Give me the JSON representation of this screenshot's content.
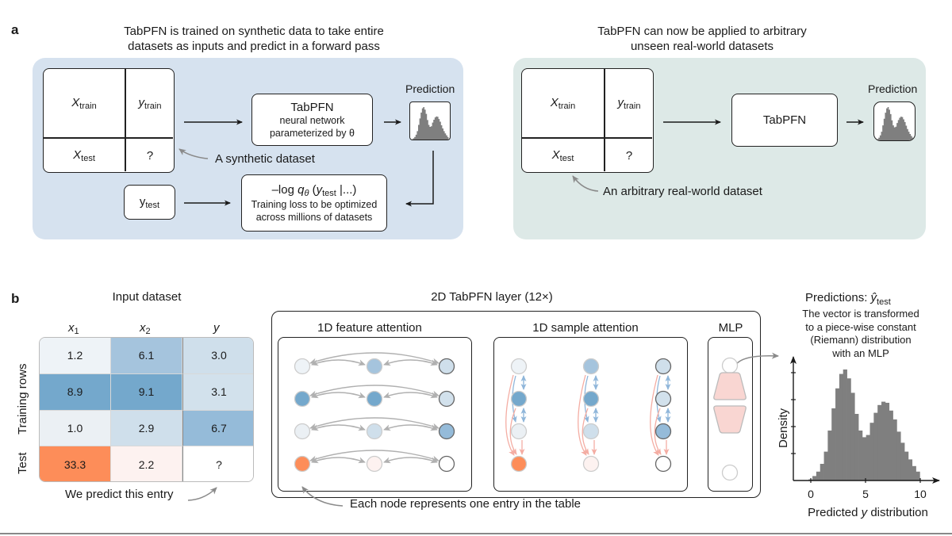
{
  "panel_a": {
    "letter": "a",
    "left": {
      "caption_line1": "TabPFN is trained on synthetic data to take entire",
      "caption_line2": "datasets as inputs and predict in a forward pass",
      "bg_color": "#d6e2ef",
      "dataset": {
        "x_train": "X",
        "x_train_sub": "train",
        "y_train": "y",
        "y_train_sub": "train",
        "x_test": "X",
        "x_test_sub": "test",
        "unknown": "?"
      },
      "dataset_annotation": "A synthetic dataset",
      "model_box": {
        "title": "TabPFN",
        "line1": "neural network",
        "line2": "parameterized by θ"
      },
      "prediction_label": "Prediction",
      "y_test_box": {
        "main": "y",
        "sub": "test"
      },
      "loss_box": {
        "formula_prefix": "–log ",
        "q": "q",
        "q_sub": "θ",
        "paren_open": " (",
        "y": "y",
        "y_sub": "test",
        "tail": " |...)",
        "line1": "Training loss to be optimized",
        "line2": "across millions of datasets"
      }
    },
    "right": {
      "caption_line1": "TabPFN can now be applied to arbitrary",
      "caption_line2": "unseen real-world datasets",
      "bg_color": "#dde9e7",
      "dataset": {
        "x_train": "X",
        "x_train_sub": "train",
        "y_train": "y",
        "y_train_sub": "train",
        "x_test": "X",
        "x_test_sub": "test",
        "unknown": "?"
      },
      "dataset_annotation": "An arbitrary real-world dataset",
      "model_box": {
        "title": "TabPFN"
      },
      "prediction_label": "Prediction"
    }
  },
  "panel_b": {
    "letter": "b",
    "input_dataset": {
      "title": "Input dataset",
      "columns": [
        {
          "name": "x",
          "sub": "1"
        },
        {
          "name": "x",
          "sub": "2"
        },
        {
          "name": "y",
          "sub": ""
        }
      ],
      "row_group_labels": {
        "training": "Training rows",
        "test": "Test"
      },
      "rows": [
        {
          "cells": [
            "1.2",
            "6.1",
            "3.0"
          ],
          "colors": [
            "#eef3f7",
            "#a5c4dd",
            "#cfdfeb"
          ]
        },
        {
          "cells": [
            "8.9",
            "9.1",
            "3.1"
          ],
          "colors": [
            "#74a8cc",
            "#74a8cc",
            "#d2e1ec"
          ]
        },
        {
          "cells": [
            "1.0",
            "2.9",
            "6.7"
          ],
          "colors": [
            "#ebf0f4",
            "#cfdfeb",
            "#95bbd9"
          ]
        },
        {
          "cells": [
            "33.3",
            "2.2",
            "?"
          ],
          "colors": [
            "#fd8d59",
            "#fdf2f0",
            "#ffffff"
          ]
        }
      ],
      "annotation": "We predict this entry"
    },
    "layer": {
      "title": "2D TabPFN layer (12×)",
      "feature_attention_title": "1D feature attention",
      "sample_attention_title": "1D sample attention",
      "mlp_title": "MLP",
      "node_annotation": "Each node represents one entry in the table",
      "mlp_color": "#f9d6d2"
    },
    "predictions": {
      "title_prefix": "Predictions: ",
      "title_symbol": "ŷ",
      "title_sub": "test",
      "desc_line1": "The vector is transformed",
      "desc_line2": "to a piece-wise constant",
      "desc_line3": "(Riemann) distribution",
      "desc_line4": "with an MLP"
    }
  },
  "chart_data": {
    "type": "bar",
    "title": "Predictions: ŷ test",
    "xlabel": "Predicted y distribution",
    "ylabel": "Density",
    "xlim": [
      -1.2,
      11.5
    ],
    "ylim": [
      0,
      1.0
    ],
    "x_ticks": [
      "0",
      "5",
      "10"
    ],
    "x_tick_values": [
      0,
      5,
      10
    ],
    "y_ticks_unlabeled": 4,
    "bin_width": 0.35,
    "bin_starts": [
      -0.2,
      0.15,
      0.5,
      0.85,
      1.2,
      1.55,
      1.9,
      2.25,
      2.6,
      2.95,
      3.3,
      3.65,
      4.0,
      4.35,
      4.7,
      5.05,
      5.4,
      5.75,
      6.1,
      6.45,
      6.8,
      7.15,
      7.5,
      7.85,
      8.2,
      8.55,
      8.9,
      9.25,
      9.6,
      9.95
    ],
    "values": [
      0.01,
      0.04,
      0.08,
      0.15,
      0.26,
      0.45,
      0.65,
      0.83,
      0.96,
      1.0,
      0.92,
      0.79,
      0.6,
      0.45,
      0.39,
      0.41,
      0.52,
      0.61,
      0.68,
      0.71,
      0.7,
      0.63,
      0.55,
      0.44,
      0.34,
      0.26,
      0.19,
      0.13,
      0.08,
      0.0
    ],
    "color": "#7f7f7f",
    "grid": false
  }
}
